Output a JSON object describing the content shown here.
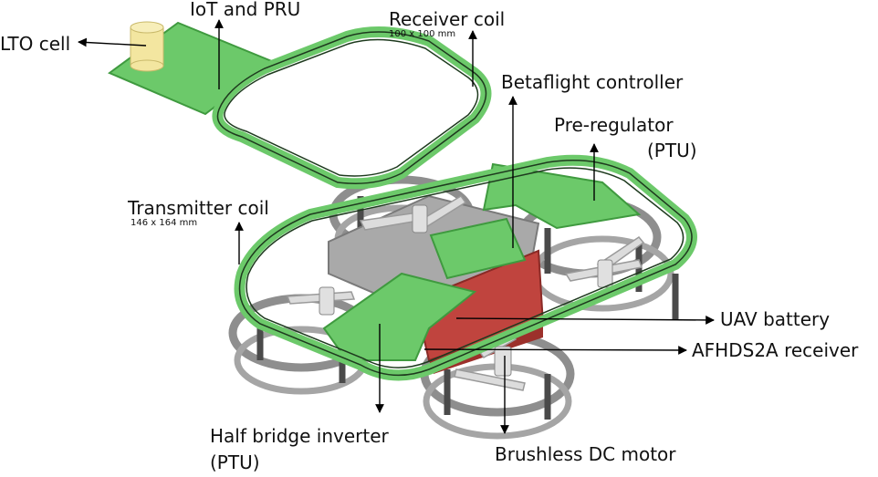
{
  "labels": {
    "lto_cell": "LTO cell",
    "iot_pru": "IoT and PRU",
    "receiver_coil": "Receiver coil",
    "receiver_coil_size": "100 x 100 mm",
    "betaflight": "Betaflight controller",
    "pre_regulator_line1": "Pre-regulator",
    "pre_regulator_line2": "(PTU)",
    "transmitter_coil": "Transmitter coil",
    "transmitter_coil_size": "146 x 164 mm",
    "uav_battery": "UAV battery",
    "afhds2a": "AFHDS2A receiver",
    "half_bridge_line1": "Half bridge inverter",
    "half_bridge_line2": "(PTU)",
    "bldc_motor": "Brushless DC motor"
  },
  "colors": {
    "pcb_green": "#6cc96a",
    "pcb_edge": "#3f9a3f",
    "coil": "#1e3a1e",
    "frame": "#9a9a9a",
    "frame_dark": "#5a5a5a",
    "battery_red": "#c0443e",
    "cell_yellow": "#f3e6a0",
    "propeller": "#d9d9d9",
    "arrow": "#000000"
  }
}
